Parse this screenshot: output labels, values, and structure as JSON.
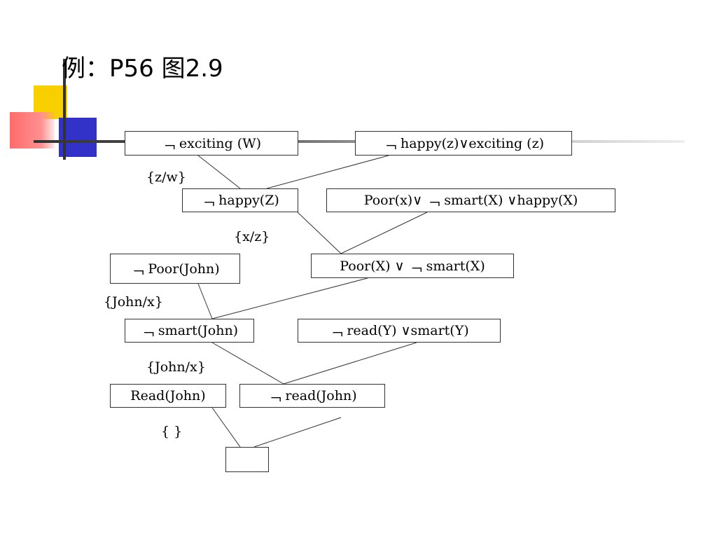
{
  "title": "例：P56  图2.9",
  "clauses": {
    "not_exciting_w": "﹁  exciting (W)",
    "not_happy_or_exciting": "﹁ happy(z)∨exciting (z)",
    "not_happy_z": "﹁  happy(Z)",
    "poor_not_smart_happy": "Poor(x)∨ ﹁  smart(X)  ∨happy(X)",
    "not_poor_john": "﹁ Poor(John)",
    "poor_or_not_smart": "Poor(X)  ∨ ﹁ smart(X)",
    "not_smart_john": "﹁  smart(John)",
    "not_read_or_smart": "﹁  read(Y)  ∨smart(Y)",
    "read_john": "Read(John)",
    "not_read_john": "﹁  read(John)",
    "empty_clause": ""
  },
  "substitutions": {
    "z_w": "{z/w}",
    "x_z": "{x/z}",
    "john_x_1": "{John/x}",
    "john_x_2": "{John/x}",
    "empty": "{  }"
  },
  "colors": {
    "yellow": "#f8d000",
    "blue": "#3232c8",
    "red": "#ff6b6b"
  }
}
